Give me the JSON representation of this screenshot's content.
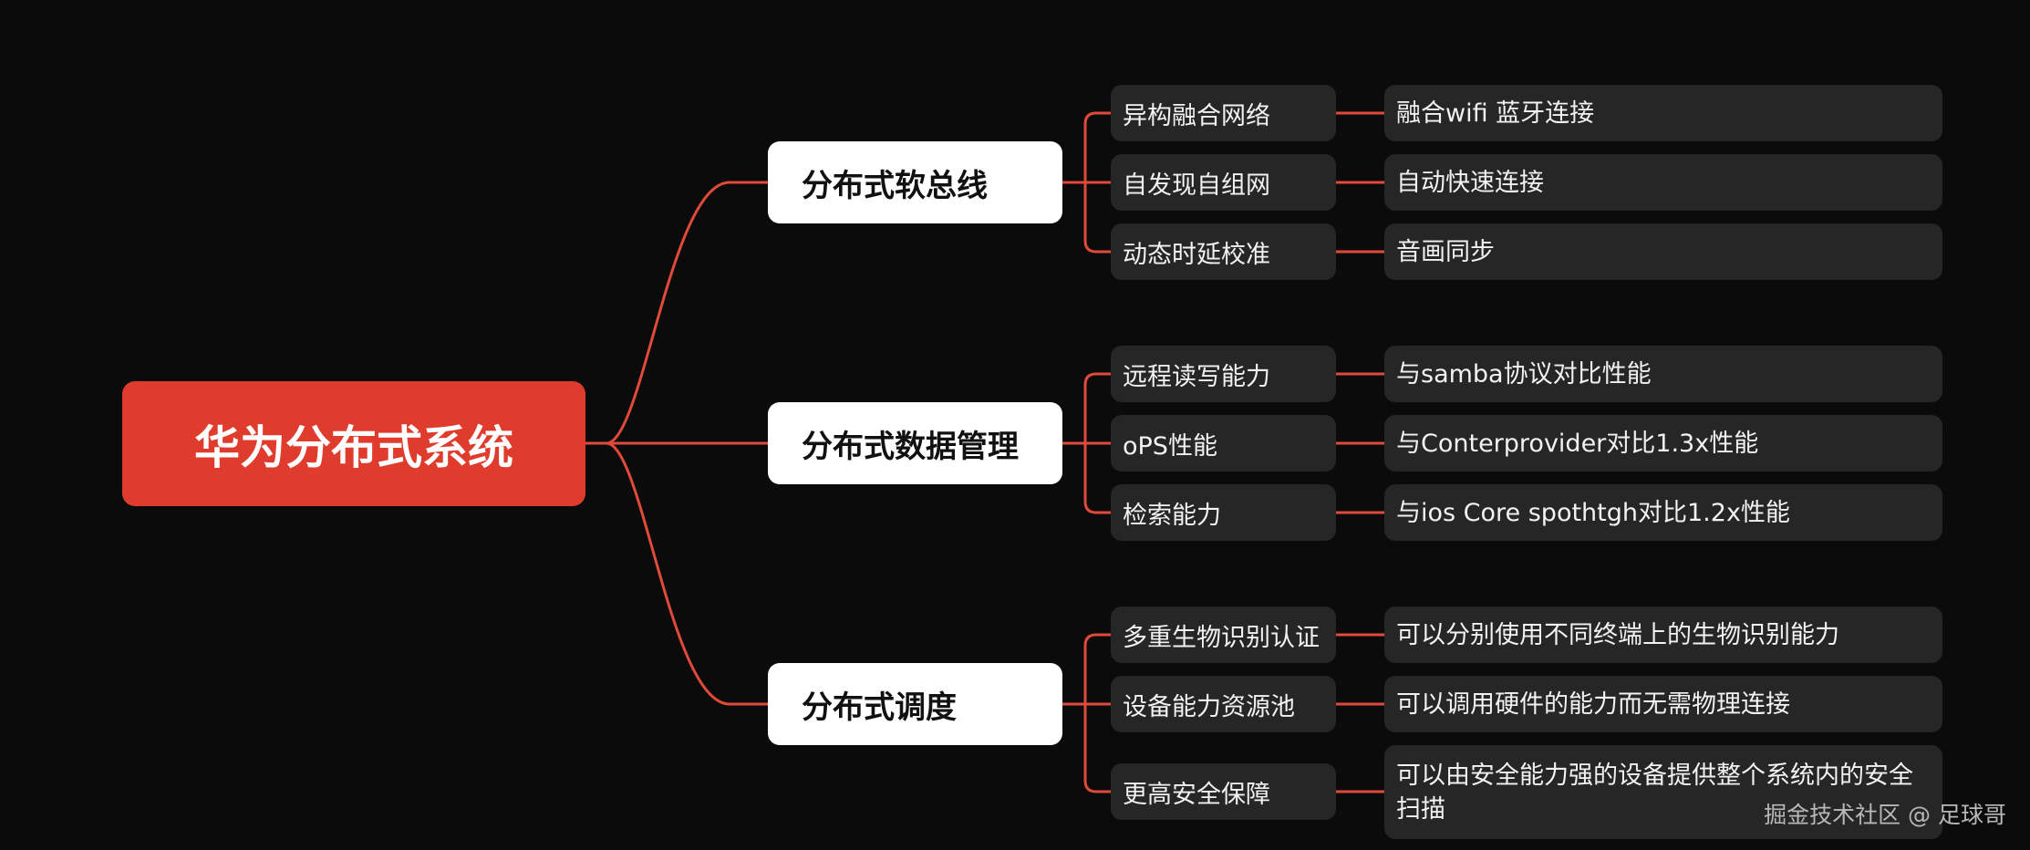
{
  "root": {
    "label": "华为分布式系统"
  },
  "branches": [
    {
      "label": "分布式软总线",
      "items": [
        {
          "label": "异构融合网络",
          "detail": "融合wifi 蓝牙连接"
        },
        {
          "label": "自发现自组网",
          "detail": "自动快速连接"
        },
        {
          "label": "动态时延校准",
          "detail": "音画同步"
        }
      ]
    },
    {
      "label": "分布式数据管理",
      "items": [
        {
          "label": "远程读写能力",
          "detail": "与samba协议对比性能"
        },
        {
          "label": "oPS性能",
          "detail": "与Conterprovider对比1.3x性能"
        },
        {
          "label": "检索能力",
          "detail": "与ios Core spothtgh对比1.2x性能"
        }
      ]
    },
    {
      "label": "分布式调度",
      "items": [
        {
          "label": "多重生物识别认证",
          "detail": "可以分别使用不同终端上的生物识别能力"
        },
        {
          "label": "设备能力资源池",
          "detail": "可以调用硬件的能力而无需物理连接"
        },
        {
          "label": "更高安全保障",
          "detail": "可以由安全能力强的设备提供整个系统内的安全扫描"
        }
      ]
    }
  ],
  "watermark": "掘金技术社区 @ 足球哥",
  "colors": {
    "background": "#0b0b0b",
    "accent": "#e03c2d",
    "branch_bg": "#ffffff",
    "leaf_bg": "#262626",
    "connector": "#e04a3a"
  }
}
